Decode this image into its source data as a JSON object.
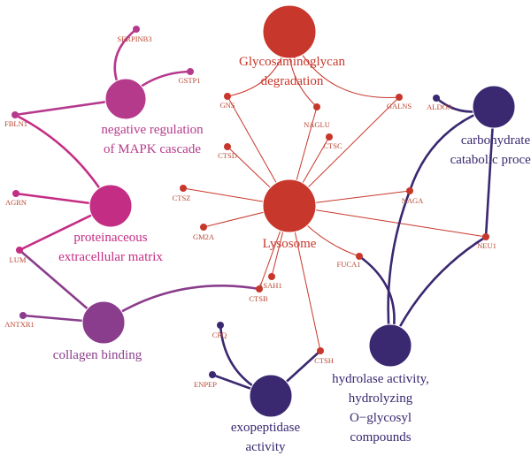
{
  "colors": {
    "lysosome": "#c8372b",
    "glycosaminoglycan": "#c8372b",
    "mapk": "#b63a8c",
    "matrix": "#c42d84",
    "collagen": "#8a3d8c",
    "carbohydrate": "#3a2870",
    "hydrolase": "#3a2870",
    "exopeptidase": "#3a2870",
    "gene_label": "#b8452f"
  },
  "hubs": [
    {
      "id": "glycosaminoglycan",
      "lines": [
        "Glycosaminoglycan",
        "degradation"
      ]
    },
    {
      "id": "lysosome",
      "lines": [
        "Lysosome"
      ]
    },
    {
      "id": "mapk",
      "lines": [
        "negative regulation",
        "of MAPK cascade"
      ]
    },
    {
      "id": "matrix",
      "lines": [
        "proteinaceous",
        "extracellular matrix"
      ]
    },
    {
      "id": "collagen",
      "lines": [
        "collagen binding"
      ]
    },
    {
      "id": "carbohydrate",
      "lines": [
        "carbohydrate",
        "catabolic process"
      ]
    },
    {
      "id": "hydrolase",
      "lines": [
        "hydrolase activity,",
        "hydrolyzing",
        "O−glycosyl",
        "compounds"
      ]
    },
    {
      "id": "exopeptidase",
      "lines": [
        "exopeptidase",
        "activity"
      ]
    }
  ],
  "genes": [
    {
      "id": "SERPINB3",
      "hub": "mapk"
    },
    {
      "id": "GSTP1",
      "hub": "mapk"
    },
    {
      "id": "FBLN1",
      "hub": "mapk"
    },
    {
      "id": "AGRN",
      "hub": "matrix"
    },
    {
      "id": "LUM",
      "hub": "matrix"
    },
    {
      "id": "ANTXR1",
      "hub": "collagen"
    },
    {
      "id": "GNS",
      "hub": "lysosome"
    },
    {
      "id": "NAGLU",
      "hub": "lysosome"
    },
    {
      "id": "GALNS",
      "hub": "lysosome"
    },
    {
      "id": "CTSD",
      "hub": "lysosome"
    },
    {
      "id": "CTSC",
      "hub": "lysosome"
    },
    {
      "id": "CTSZ",
      "hub": "lysosome"
    },
    {
      "id": "GM2A",
      "hub": "lysosome"
    },
    {
      "id": "ASAH1",
      "hub": "lysosome"
    },
    {
      "id": "CTSB",
      "hub": "lysosome"
    },
    {
      "id": "FUCA1",
      "hub": "lysosome"
    },
    {
      "id": "NAGA",
      "hub": "lysosome"
    },
    {
      "id": "NEU1",
      "hub": "lysosome"
    },
    {
      "id": "ALDOA",
      "hub": "carbohydrate"
    },
    {
      "id": "CPQ",
      "hub": "exopeptidase"
    },
    {
      "id": "ENPEP",
      "hub": "exopeptidase"
    },
    {
      "id": "CTSH",
      "hub": "lysosome"
    }
  ],
  "edges": [
    [
      "lysosome",
      "GNS"
    ],
    [
      "lysosome",
      "NAGLU"
    ],
    [
      "lysosome",
      "GALNS"
    ],
    [
      "lysosome",
      "CTSD"
    ],
    [
      "lysosome",
      "CTSC"
    ],
    [
      "lysosome",
      "CTSZ"
    ],
    [
      "lysosome",
      "GM2A"
    ],
    [
      "lysosome",
      "ASAH1"
    ],
    [
      "lysosome",
      "CTSB"
    ],
    [
      "lysosome",
      "FUCA1"
    ],
    [
      "lysosome",
      "NAGA"
    ],
    [
      "lysosome",
      "NEU1"
    ],
    [
      "lysosome",
      "CTSH"
    ],
    [
      "glycosaminoglycan",
      "GNS"
    ],
    [
      "glycosaminoglycan",
      "NAGLU"
    ],
    [
      "glycosaminoglycan",
      "GALNS"
    ],
    [
      "mapk",
      "SERPINB3"
    ],
    [
      "mapk",
      "GSTP1"
    ],
    [
      "mapk",
      "FBLN1"
    ],
    [
      "matrix",
      "FBLN1"
    ],
    [
      "matrix",
      "AGRN"
    ],
    [
      "matrix",
      "LUM"
    ],
    [
      "collagen",
      "LUM"
    ],
    [
      "collagen",
      "ANTXR1"
    ],
    [
      "collagen",
      "CTSB"
    ],
    [
      "carbohydrate",
      "ALDOA"
    ],
    [
      "carbohydrate",
      "NAGA"
    ],
    [
      "carbohydrate",
      "NEU1"
    ],
    [
      "hydrolase",
      "FUCA1"
    ],
    [
      "hydrolase",
      "NAGA"
    ],
    [
      "hydrolase",
      "NEU1"
    ],
    [
      "exopeptidase",
      "CPQ"
    ],
    [
      "exopeptidase",
      "ENPEP"
    ],
    [
      "exopeptidase",
      "CTSH"
    ]
  ]
}
